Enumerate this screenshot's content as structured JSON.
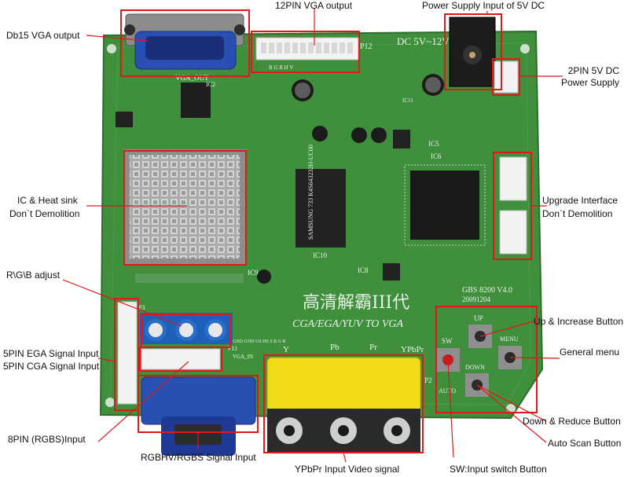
{
  "labels": {
    "vga_out_12pin": "12PIN VGA output",
    "power_dc": "Power Supply Input of 5V DC",
    "db15": "Db15 VGA output",
    "pin2_line1": "2PIN 5V DC",
    "pin2_line2": "Power Supply",
    "ic_line1": "IC & Heat sink",
    "ic_line2": "Don`t Demolition",
    "upgrade_line1": "Upgrade Interface",
    "upgrade_line2": "Don`t Demolition",
    "rgb_adjust": "R\\G\\B adjust",
    "up_increase": "Up & Increase Button",
    "egasignal": "5PIN EGA Signal Input",
    "cgasignal": "5PIN CGA Signal Input",
    "general_menu": "General menu",
    "down_reduce": "Down & Reduce Button",
    "rgbs_8pin": "8PIN (RGBS)Input",
    "auto_scan": "Auto Scan Button",
    "rgbhv": "RGBHV/RGBS Signal Input",
    "ypbpr": "YPbPr Input Video signal",
    "sw_input": "SW:Input switch Button"
  },
  "silkscreen": {
    "dc_range": "DC 5V~12V",
    "p12": "P12",
    "vga_out": "VGA_OUT",
    "ic2": "IC2",
    "ic5": "IC5",
    "ic6": "IC6",
    "ic8": "IC8",
    "ic9": "IC9",
    "ic10": "IC10",
    "ic11": "IC11",
    "chip_text": "SAMSUNG 733 K4S643232H-UC60",
    "model": "GBS 8200 V4.0",
    "date": "20091204",
    "chinese_title": "高清解霸III代",
    "cga_line": "CGA/EGA/YUV TO VGA",
    "ypbpr": "YPbPr",
    "y": "Y",
    "pb": "Pb",
    "pr": "Pr",
    "sw": "SW",
    "up": "UP",
    "menu": "MENU",
    "down": "DOWN",
    "auto": "AUTO",
    "pins": "GND GND US HS S B G R",
    "p2": "P2",
    "p3": "P3",
    "p11": "P11",
    "vga_in": "VGA_IN",
    "pin_rgbhv": "R G B H V"
  },
  "colors": {
    "board": "#3e8d3c",
    "label_box": "#e01818",
    "line": "#e01818"
  }
}
